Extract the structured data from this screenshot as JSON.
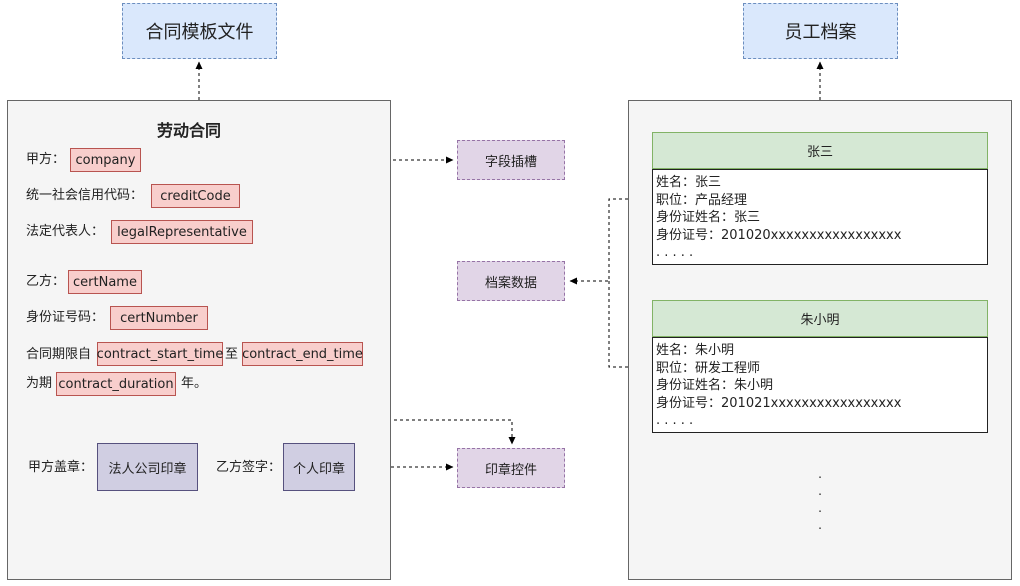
{
  "headers": {
    "template_file": "合同模板文件",
    "employee_archive": "员工档案"
  },
  "contract": {
    "title": "劳动合同",
    "party_a_label": "甲方：",
    "party_a_field": "company",
    "credit_code_label": "统一社会信用代码：",
    "credit_code_field": "creditCode",
    "legal_rep_label": "法定代表人：",
    "legal_rep_field": "legalRepresentative",
    "party_b_label": "乙方：",
    "party_b_field": "certName",
    "id_number_label": "身份证号码：",
    "id_number_field": "certNumber",
    "period_label": "合同期限自",
    "start_field": "contract_start_time",
    "to_label": "至",
    "end_field": "contract_end_time",
    "for_label": "为期",
    "duration_field": "contract_duration",
    "year_label": "年。",
    "party_a_seal_label": "甲方盖章：",
    "party_a_seal": "法人公司印章",
    "party_b_sign_label": "乙方签字：",
    "party_b_seal": "个人印章"
  },
  "middle": {
    "field_slot": "字段插槽",
    "archive_data": "档案数据",
    "seal_control": "印章控件"
  },
  "archive": {
    "cards": [
      {
        "name": "张三",
        "lines": [
          "姓名：张三",
          "职位：产品经理",
          "身份证姓名：张三",
          "身份证号：201020xxxxxxxxxxxxxxxxx",
          ". . . . ."
        ]
      },
      {
        "name": "朱小明",
        "lines": [
          "姓名：朱小明",
          "职位：研发工程师",
          "身份证姓名：朱小明",
          "身份证号：201021xxxxxxxxxxxxxxxxx",
          ". . . . ."
        ]
      }
    ],
    "more_dots": ".",
    "more_dots_count": 4
  }
}
